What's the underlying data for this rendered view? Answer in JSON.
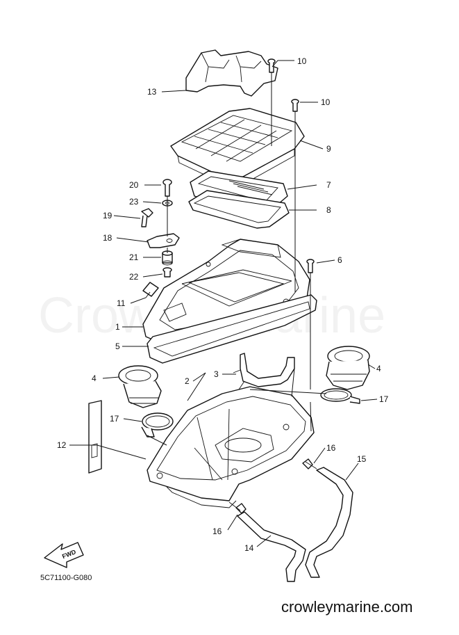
{
  "diagram": {
    "watermark": "Crowley Marine",
    "drawing_code": "5C71100-G080",
    "site": "crowleymarine.com",
    "fwd_label": "FWD",
    "callouts": [
      {
        "id": "c10a",
        "label": "10"
      },
      {
        "id": "c13",
        "label": "13"
      },
      {
        "id": "c10b",
        "label": "10"
      },
      {
        "id": "c9",
        "label": "9"
      },
      {
        "id": "c20",
        "label": "20"
      },
      {
        "id": "c7",
        "label": "7"
      },
      {
        "id": "c23",
        "label": "23"
      },
      {
        "id": "c8",
        "label": "8"
      },
      {
        "id": "c19",
        "label": "19"
      },
      {
        "id": "c18",
        "label": "18"
      },
      {
        "id": "c21",
        "label": "21"
      },
      {
        "id": "c6",
        "label": "6"
      },
      {
        "id": "c22",
        "label": "22"
      },
      {
        "id": "c11",
        "label": "11"
      },
      {
        "id": "c1",
        "label": "1"
      },
      {
        "id": "c5",
        "label": "5"
      },
      {
        "id": "c3",
        "label": "3"
      },
      {
        "id": "c4a",
        "label": "4"
      },
      {
        "id": "c2",
        "label": "2"
      },
      {
        "id": "c4b",
        "label": "4"
      },
      {
        "id": "c17a",
        "label": "17"
      },
      {
        "id": "c17b",
        "label": "17"
      },
      {
        "id": "c12",
        "label": "12"
      },
      {
        "id": "c16a",
        "label": "16"
      },
      {
        "id": "c15",
        "label": "15"
      },
      {
        "id": "c16b",
        "label": "16"
      },
      {
        "id": "c14",
        "label": "14"
      }
    ]
  }
}
